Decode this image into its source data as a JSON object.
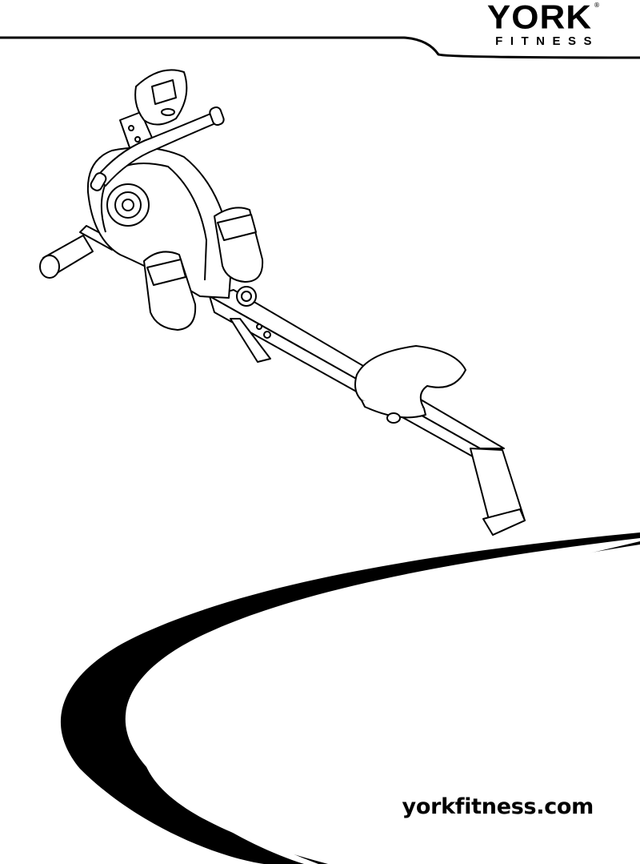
{
  "brand": {
    "name": "YORK",
    "sub": "FITNESS",
    "registered_mark": "®"
  },
  "product_image": "rowing-machine-line-drawing",
  "website": "yorkfitness.com",
  "colors": {
    "ink": "#000000",
    "paper": "#ffffff"
  }
}
